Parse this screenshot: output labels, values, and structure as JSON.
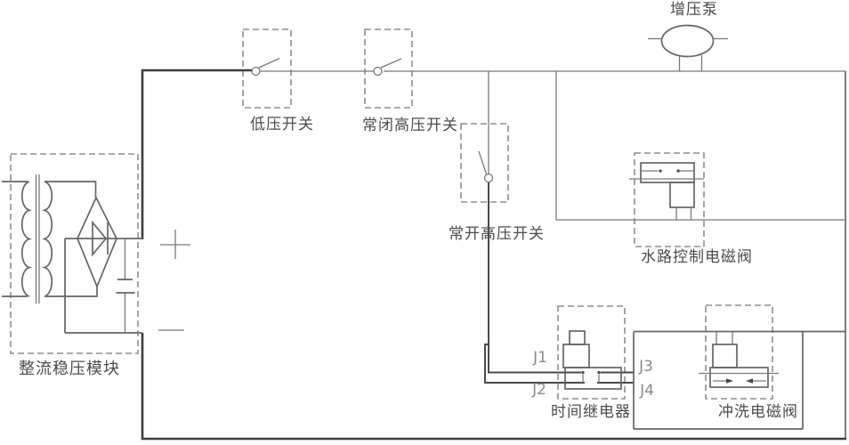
{
  "diagram": {
    "type": "electrical-schematic",
    "labels": {
      "booster_pump": "增压泵",
      "low_pressure_switch": "低压开关",
      "nc_high_pressure_switch": "常闭高压开关",
      "no_high_pressure_switch": "常开高压开关",
      "rectifier_module": "整流稳压模块",
      "water_control_valve": "水路控制电磁阀",
      "time_relay": "时间继电器",
      "flush_valve": "冲洗电磁阀"
    },
    "terminals": {
      "j1": "J1",
      "j2": "J2",
      "j3": "J3",
      "j4": "J4"
    },
    "polarity": {
      "positive": "+",
      "negative": "−"
    },
    "colors": {
      "background": "#fefefe",
      "wire": "#6f6f6f",
      "wire_dark": "#3e3e3e",
      "dashed_box": "#8e8e8e",
      "label_text": "#4c4c4c",
      "terminal_text": "#8a8a8a"
    }
  }
}
